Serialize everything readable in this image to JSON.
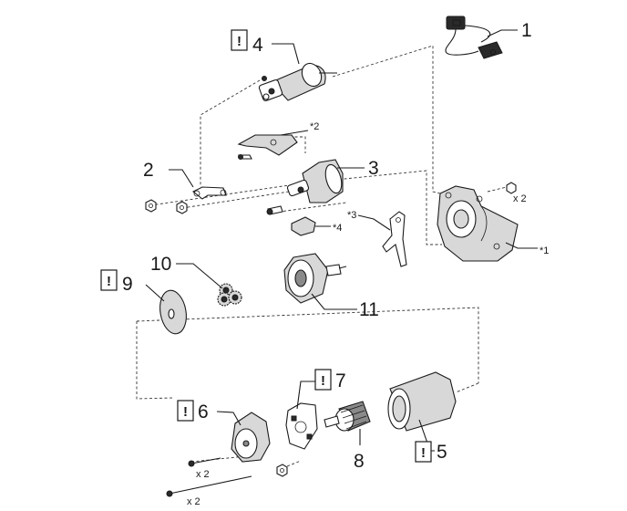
{
  "callouts": {
    "c1": "1",
    "c2": "2",
    "c3": "3",
    "c4": "4",
    "c5": "5",
    "c6": "6",
    "c7": "7",
    "c8": "8",
    "c9": "9",
    "c10": "10",
    "c11": "11"
  },
  "references": {
    "r1": "*1",
    "r2": "*2",
    "r3": "*3",
    "r4": "*4"
  },
  "quantities": {
    "q_bolt_top": "x 2",
    "q_screw": "x 2",
    "q_long_bolt": "x 2"
  },
  "warning_mark": "!"
}
